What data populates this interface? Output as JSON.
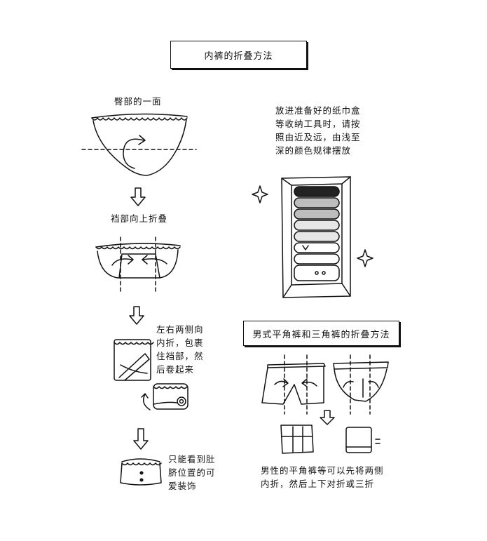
{
  "title_women": "内裤的折叠方法",
  "title_men": "男式平角裤和三角裤的折叠方法",
  "label_hip_side": "臀部的一面",
  "label_crotch_fold": "裆部向上折叠",
  "label_fold_sides": "左右两侧向\n内折，包裹\n住裆部，然\n后卷起来",
  "label_navel": "只能看到肚\n脐位置的可\n爱装饰",
  "label_storage": "放进准备好的纸巾盒\n等收纳工具时，请按\n照由近及远，由浅至\n深的颜色规律摆放",
  "label_men_fold": "男性的平角裤等可以先将两侧\n内折，然后上下对折或三折"
}
